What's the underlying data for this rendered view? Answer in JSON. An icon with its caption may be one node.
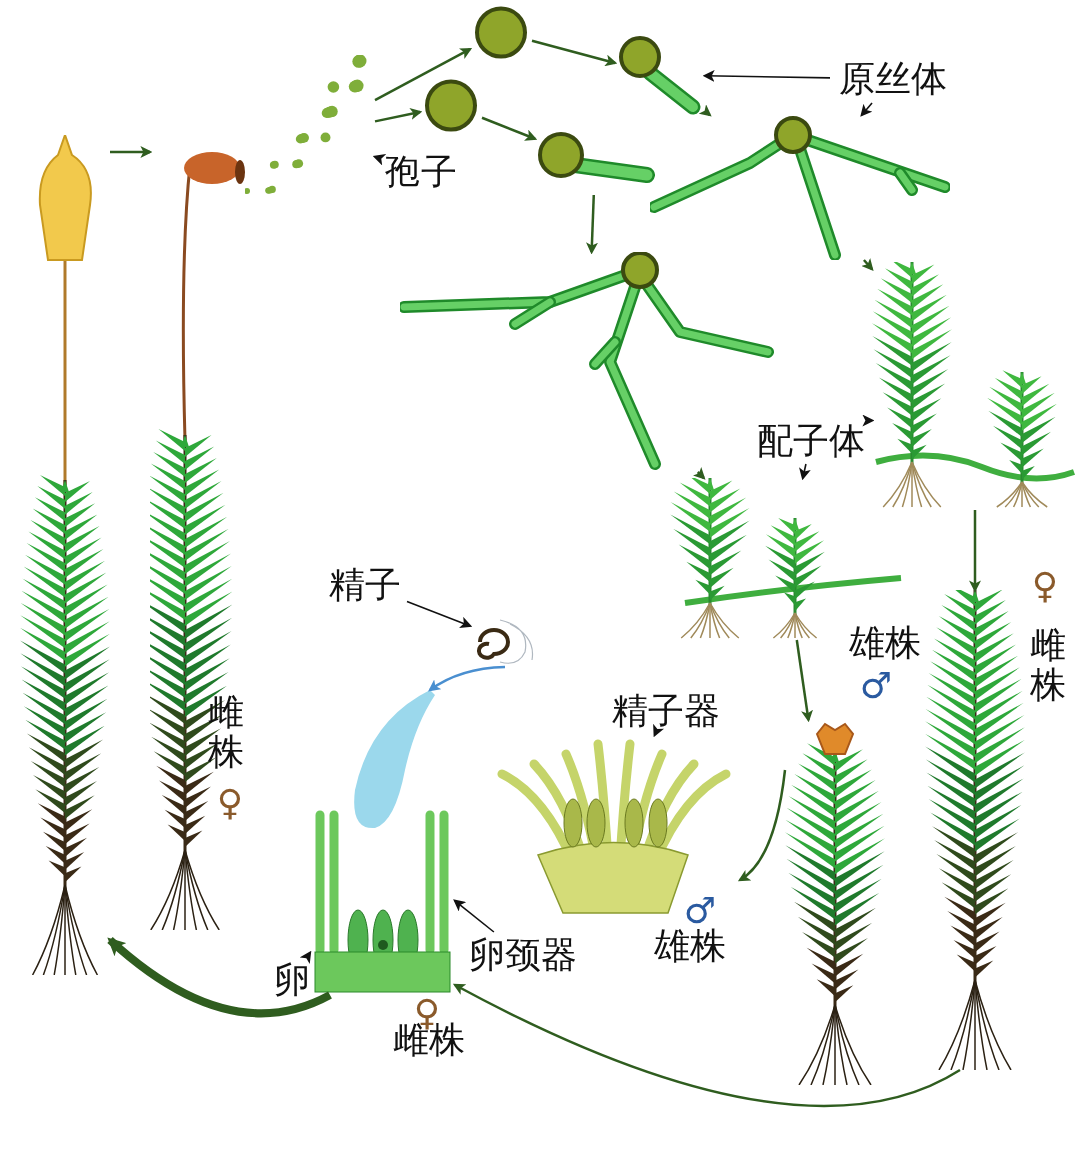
{
  "diagram": {
    "nodes": [
      {
        "text": [],
        "shape": "picture"
      },
      {
        "text": [],
        "shape": "picture"
      },
      {
        "text": [],
        "shape": "picture"
      },
      {
        "text": [],
        "shape": "circle"
      },
      {
        "text": [],
        "shape": "circle"
      },
      {
        "text": [],
        "shape": "picture"
      },
      {
        "text": [],
        "shape": "picture"
      },
      {
        "text": [],
        "shape": "picture"
      },
      {
        "text": [],
        "shape": "picture"
      },
      {
        "text": [],
        "shape": "picture"
      },
      {
        "text": [],
        "shape": "picture"
      },
      {
        "text": [],
        "shape": "picture"
      },
      {
        "text": [],
        "shape": "picture"
      },
      {
        "text": [],
        "shape": "picture"
      },
      {
        "text": [],
        "shape": "picture"
      },
      {
        "text": [],
        "shape": "picture"
      },
      {
        "text": [
          "孢子"
        ]
      },
      {
        "text": [
          "原丝体"
        ]
      },
      {
        "text": [
          "配子体"
        ]
      },
      {
        "text": [
          "精子"
        ]
      },
      {
        "text": [
          "精子器"
        ]
      },
      {
        "text": [
          "卵颈器"
        ]
      },
      {
        "text": [
          "卵"
        ]
      }
    ],
    "edges": [
      {
        "from": 0,
        "to": 1,
        "arrow": "to"
      },
      {
        "from": 2,
        "to": 3,
        "arrow": "to"
      },
      {
        "from": 2,
        "to": 4,
        "arrow": "to"
      },
      {
        "from": 3,
        "to": 5,
        "arrow": "to"
      },
      {
        "from": 4,
        "to": 6,
        "arrow": "to"
      },
      {
        "from": 5,
        "to": 7,
        "arrow": "to"
      },
      {
        "from": 6,
        "to": 8,
        "arrow": "to"
      },
      {
        "from": 7,
        "to": 9,
        "arrow": "to"
      },
      {
        "from": 8,
        "to": 10,
        "arrow": "to"
      },
      {
        "from": 9,
        "to": 12,
        "arrow": "to"
      },
      {
        "from": 10,
        "to": 11,
        "arrow": "to"
      },
      {
        "from": 11,
        "to": 14,
        "arrow": "to"
      },
      {
        "from": 12,
        "to": 15,
        "arrow": "to"
      },
      {
        "from": 13,
        "to": 15,
        "arrow": "to",
        "color": "#4a8fd0"
      },
      {
        "from": 15,
        "to": 0,
        "arrow": "to",
        "style": "thick"
      },
      {
        "from": 16,
        "to": 2,
        "arrow": "to",
        "color": "#111111"
      },
      {
        "from": 17,
        "to": 5,
        "arrow": "to",
        "color": "#111111"
      },
      {
        "from": 17,
        "to": 7,
        "arrow": "to",
        "color": "#111111"
      },
      {
        "from": 18,
        "to": 9,
        "arrow": "to",
        "color": "#111111"
      },
      {
        "from": 18,
        "to": 10,
        "arrow": "to",
        "color": "#111111"
      },
      {
        "from": 19,
        "to": 13,
        "arrow": "to",
        "color": "#111111"
      },
      {
        "from": 20,
        "to": 14,
        "arrow": "to",
        "color": "#111111"
      },
      {
        "from": 21,
        "to": 15,
        "arrow": "to",
        "color": "#111111"
      },
      {
        "from": 22,
        "to": 15,
        "arrow": "to",
        "color": "#111111"
      }
    ],
    "labels": [
      "♀",
      "雄株",
      "雌株",
      "♂",
      "雌株",
      "♀",
      "♂",
      "雄株",
      "♀",
      "雌株"
    ]
  }
}
